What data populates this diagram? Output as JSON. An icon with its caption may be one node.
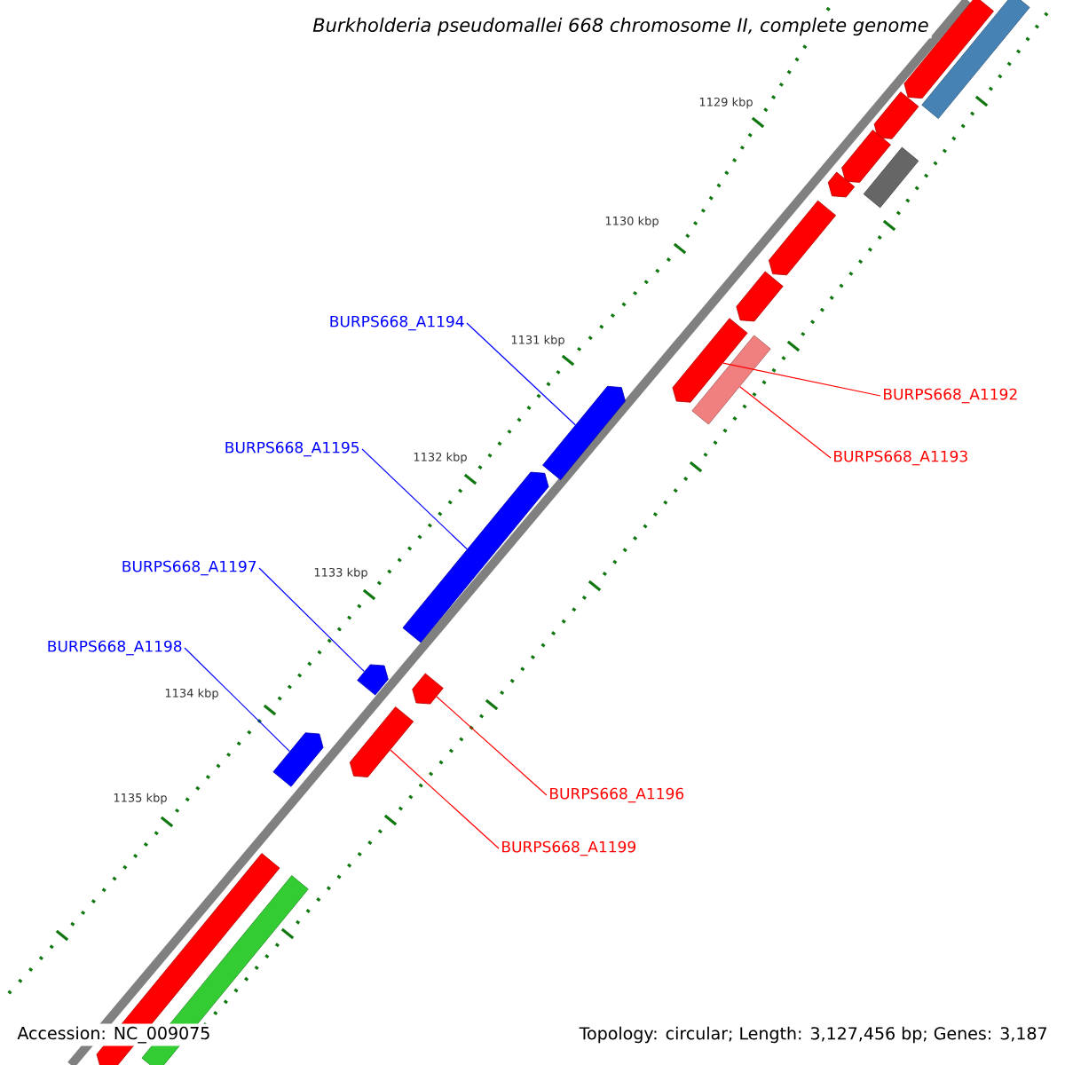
{
  "diagram": {
    "title": "Burkholderia pseudomallei 668 chromosome II, complete genome",
    "nodes": [
      {
        "text": [],
        "shape": "arrow"
      },
      {
        "text": [],
        "shape": "bar"
      },
      {
        "text": [],
        "shape": "arrow"
      },
      {
        "text": [],
        "shape": "arrow"
      },
      {
        "text": [],
        "shape": "bar"
      },
      {
        "text": [],
        "shape": "arrow"
      },
      {
        "text": [],
        "shape": "arrow"
      },
      {
        "text": [],
        "shape": "arrow"
      },
      {
        "text": [],
        "shape": "arrow"
      },
      {
        "text": [],
        "shape": "bar"
      },
      {
        "text": [],
        "shape": "arrow"
      },
      {
        "text": [],
        "shape": "arrow"
      },
      {
        "text": [],
        "shape": "arrow"
      },
      {
        "text": [],
        "shape": "arrow"
      },
      {
        "text": [],
        "shape": "arrow"
      },
      {
        "text": [],
        "shape": "arrow"
      },
      {
        "text": [],
        "shape": "arrow"
      },
      {
        "text": [],
        "shape": "bar"
      },
      {
        "text": [
          "BURPS668_A1192"
        ]
      },
      {
        "text": [
          "BURPS668_A1193"
        ]
      },
      {
        "text": [
          "BURPS668_A1194"
        ]
      },
      {
        "text": [
          "BURPS668_A1195"
        ]
      },
      {
        "text": [
          "BURPS668_A1197"
        ]
      },
      {
        "text": [
          "BURPS668_A1198"
        ]
      },
      {
        "text": [
          "BURPS668_A1196"
        ]
      },
      {
        "text": [
          "BURPS668_A1199"
        ]
      }
    ],
    "edges": [
      {
        "from": 18,
        "to": 8,
        "arrow": "none",
        "color": "#ff0000"
      },
      {
        "from": 19,
        "to": 9,
        "arrow": "none",
        "color": "#ff0000"
      },
      {
        "from": 20,
        "to": 10,
        "arrow": "none",
        "color": "#0000ff"
      },
      {
        "from": 21,
        "to": 11,
        "arrow": "none",
        "color": "#0000ff"
      },
      {
        "from": 22,
        "to": 12,
        "arrow": "none",
        "color": "#0000ff"
      },
      {
        "from": 23,
        "to": 14,
        "arrow": "none",
        "color": "#0000ff"
      },
      {
        "from": 24,
        "to": 13,
        "arrow": "none",
        "color": "#ff0000"
      },
      {
        "from": 25,
        "to": 15,
        "arrow": "none",
        "color": "#ff0000"
      }
    ],
    "labels": [
      "1129 kbp",
      "1130 kbp",
      "1131 kbp",
      "1132 kbp",
      "1133 kbp",
      "1134 kbp",
      "1135 kbp",
      "Accession: NC_009075",
      "Topology: circular; Length: 3,127,456 bp; Genes: 3,187"
    ]
  }
}
